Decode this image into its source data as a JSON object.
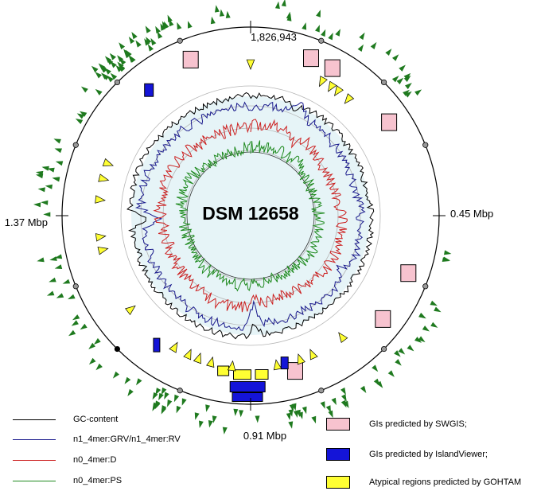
{
  "genome": {
    "name": "DSM 12658",
    "tick_labels": [
      {
        "text": "1,826,943",
        "angle_deg": 0
      },
      {
        "text": "0.45 Mbp",
        "angle_deg": 90
      },
      {
        "text": "0.91 Mbp",
        "angle_deg": 180
      },
      {
        "text": "1.37 Mbp",
        "angle_deg": 270
      }
    ],
    "track_colors": {
      "gc": "#000000",
      "grv": "#1a1a8c",
      "d": "#cc1f1f",
      "ps": "#1f8a1f",
      "swgis": "#f7c3cf",
      "islandviewer": "#1414d8",
      "gohtam": "#ffff33",
      "markers": "#1f7a1f",
      "inner_fill": "#e6f4f7"
    }
  },
  "legend": {
    "lines": [
      {
        "label": "GC-content",
        "color": "#000000"
      },
      {
        "label": "n1_4mer:GRV/n1_4mer:RV",
        "color": "#1a1a8c"
      },
      {
        "label": "n0_4mer:D",
        "color": "#cc1f1f"
      },
      {
        "label": "n0_4mer:PS",
        "color": "#1f8a1f"
      }
    ],
    "boxes": [
      {
        "label": "GIs predicted by SWGIS;",
        "color": "#f7c3cf"
      },
      {
        "label": "GIs predicted by IslandViewer;",
        "color": "#1414d8"
      },
      {
        "label": "Atypical regions predicted by GOHTAM",
        "color": "#ffff33"
      }
    ]
  }
}
